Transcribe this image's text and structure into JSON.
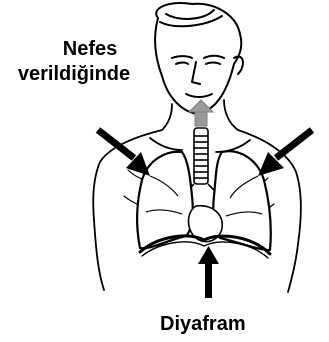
{
  "labels": {
    "breath_line1": "Nefes",
    "breath_line2": "verildiğinde",
    "diaphragm": "Diyafram"
  },
  "colors": {
    "stroke": "#000000",
    "airflow_arrow": "#9a9a9a",
    "pressure_arrows": "#000000"
  }
}
